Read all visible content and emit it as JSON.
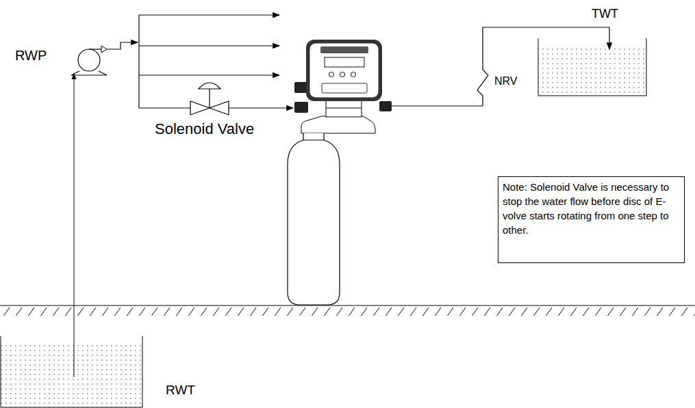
{
  "diagram": {
    "nodes": [
      {
        "text": [
          "Note: Solenoid Valve is necessary to stop the water flow before disc of E-volve starts rotating from one step to other."
        ]
      }
    ],
    "labels": [
      "RWP",
      "Solenoid Valve",
      "NRV",
      "TWT",
      "RWT"
    ]
  }
}
